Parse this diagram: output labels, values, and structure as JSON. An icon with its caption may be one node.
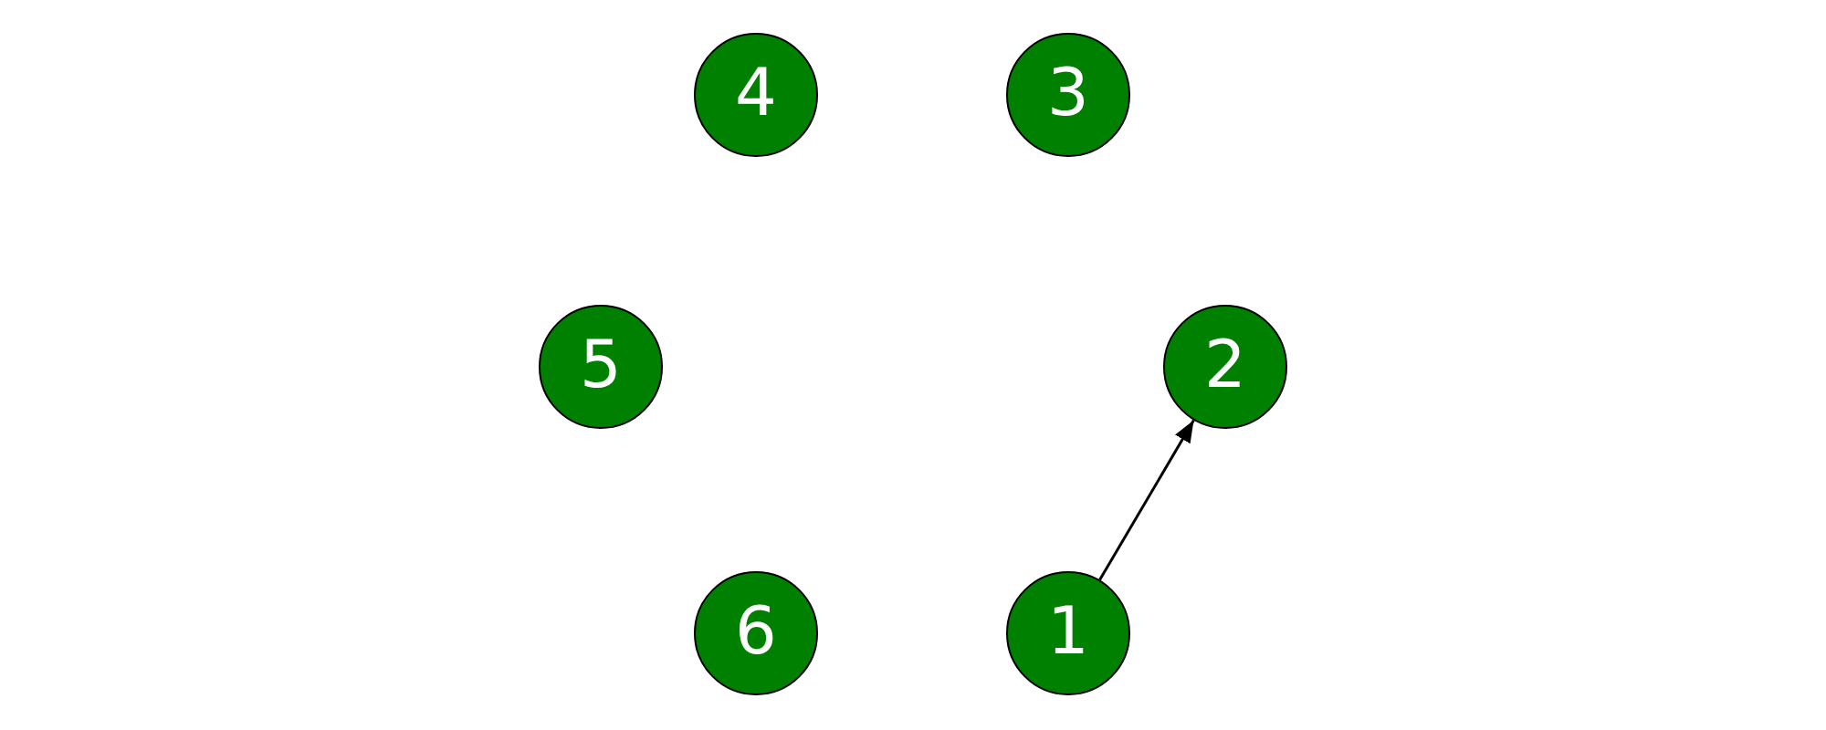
{
  "diagram": {
    "nodes": [
      {
        "text": [
          "1"
        ]
      },
      {
        "text": [
          "2"
        ]
      },
      {
        "text": [
          "3"
        ]
      },
      {
        "text": [
          "4"
        ]
      },
      {
        "text": [
          "5"
        ]
      },
      {
        "text": [
          "6"
        ]
      }
    ],
    "edges": [
      {
        "from": 0,
        "to": 1,
        "arrow": "to"
      }
    ]
  }
}
